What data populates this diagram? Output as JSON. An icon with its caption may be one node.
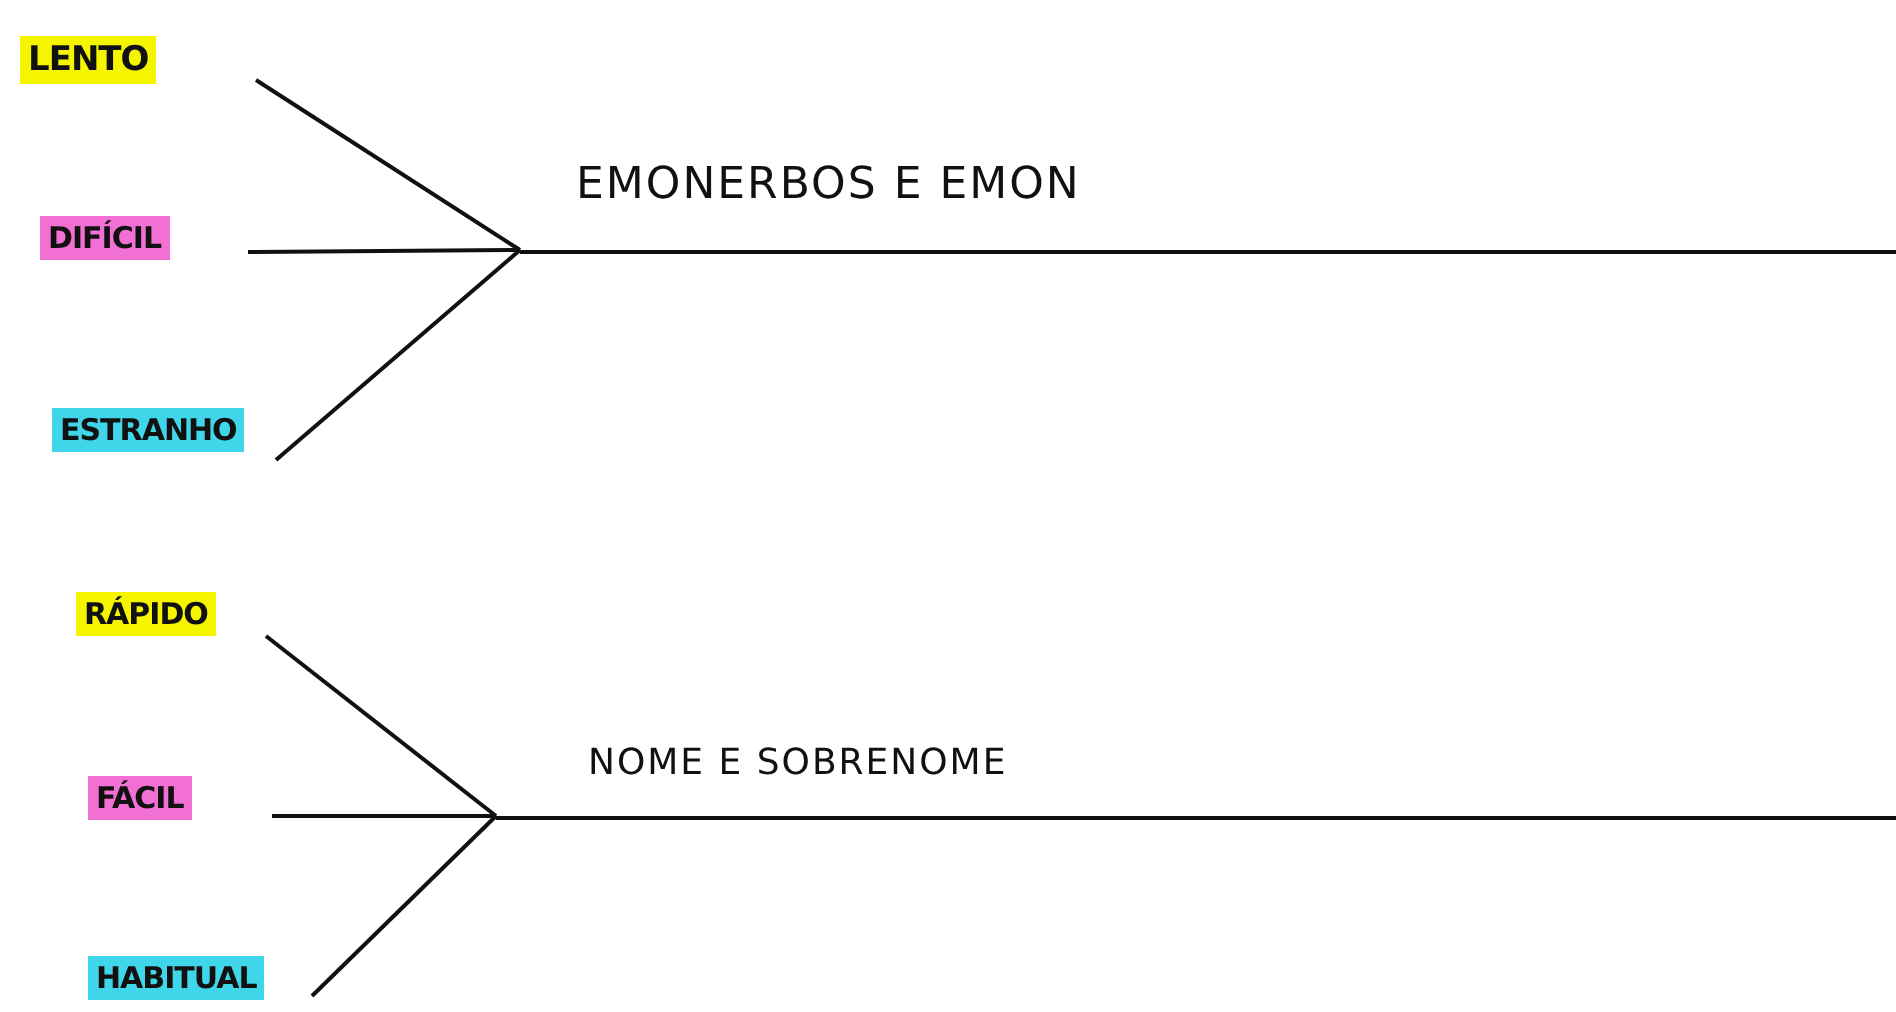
{
  "diagram": {
    "nodes": [
      {
        "text": [
          "LENTO"
        ]
      },
      {
        "text": [
          "DIFÍCIL"
        ]
      },
      {
        "text": [
          "ESTRANHO"
        ]
      },
      {
        "text": [
          "EMONERBOS E EMON"
        ]
      },
      {
        "text": [
          "RÁPIDO"
        ]
      },
      {
        "text": [
          "FÁCIL"
        ]
      },
      {
        "text": [
          "HABITUAL"
        ]
      },
      {
        "text": [
          "NOME E SOBRENOME"
        ]
      }
    ],
    "edges": [
      {
        "from": 0,
        "to": 3,
        "arrow": "none"
      },
      {
        "from": 1,
        "to": 3,
        "arrow": "none"
      },
      {
        "from": 2,
        "to": 3,
        "arrow": "none"
      },
      {
        "from": 4,
        "to": 7,
        "arrow": "none"
      },
      {
        "from": 5,
        "to": 7,
        "arrow": "none"
      },
      {
        "from": 6,
        "to": 7,
        "arrow": "none"
      }
    ]
  }
}
